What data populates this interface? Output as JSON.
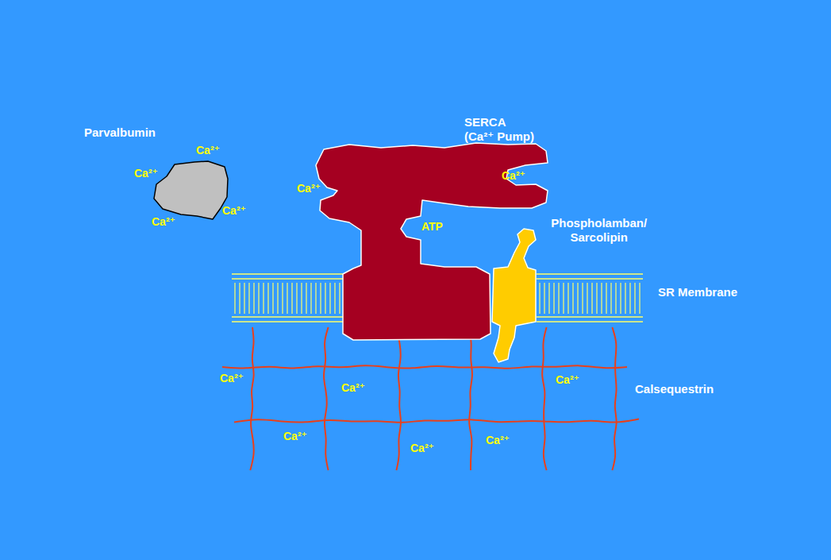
{
  "diagram": {
    "nodes": [
      {
        "text": [
          "Parvalbumin",
          "Ca²⁺",
          "Ca²⁺",
          "Ca²⁺",
          "Ca²⁺"
        ]
      },
      {
        "text": [
          "SERCA (Ca²⁺ Pump)",
          "Ca²⁺",
          "Ca²⁺",
          "ATP"
        ]
      },
      {
        "text": [
          "Phospholamban/ Sarcolipin"
        ]
      },
      {
        "text": [
          "SR Membrane"
        ]
      },
      {
        "text": [
          "Calsequestrin",
          "Ca²⁺",
          "Ca²⁺",
          "Ca²⁺",
          "Ca²⁺",
          "Ca²⁺",
          "Ca²⁺"
        ]
      }
    ]
  }
}
